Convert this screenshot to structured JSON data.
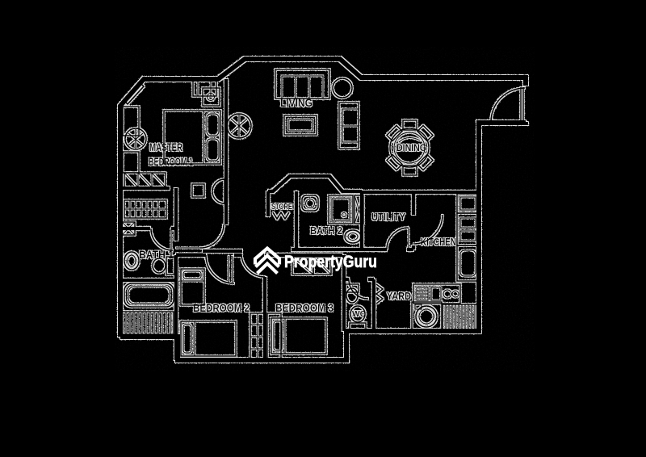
{
  "image_type": "apartment floor plan (scanned, white-on-black engraving style)",
  "colors": {
    "background": "#000000",
    "plan_line_core": "#000000",
    "plan_line_halo": "#ffffff",
    "watermark": "#ffffff"
  },
  "rooms": {
    "master_bedroom_line1": "MASTER",
    "master_bedroom_line2": "BEDROOM 1",
    "living": "LIVING",
    "dining": "DINING",
    "store": "STORE",
    "bath2": "BATH 2",
    "utility": "UTILITY",
    "kitchen": "KITCHEN",
    "bath1": "BATH 1",
    "bedroom2": "BEDROOM 2",
    "bedroom3": "BEDROOM 3",
    "yard": "YARD",
    "wc": "WC"
  },
  "furniture": [
    "double bed with bedside table",
    "dressing table with mirror",
    "wardrobes",
    "sofa",
    "coffee table",
    "loveseat",
    "potted plants",
    "round dining table with six chairs",
    "bathtub",
    "wash basins",
    "toilets",
    "shower stall",
    "single beds",
    "kitchen counters with sink and hob",
    "fridge",
    "washing machine",
    "drying rack"
  ],
  "watermark": {
    "brand": "PropertyGuru",
    "logo": "propertyguru-chevron-house-logo"
  }
}
